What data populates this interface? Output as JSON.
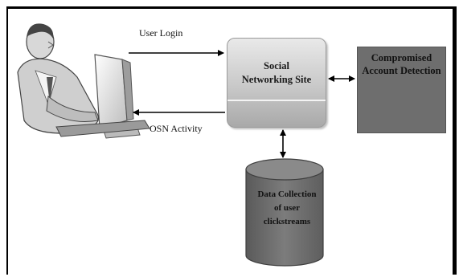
{
  "diagram": {
    "labels": {
      "user_login": "User Login",
      "osn_activity": "OSN Activity"
    },
    "nodes": {
      "osn": {
        "line1": "Social",
        "line2": "Networking Site"
      },
      "cad": {
        "line1": "Compromised",
        "line2": "Account Detection"
      },
      "db": {
        "line1": "Data Collection",
        "line2": "of user",
        "line3": "clickstreams"
      }
    },
    "colors": {
      "osn_top": "#e9e9e9",
      "osn_bottom": "#a9a9a9",
      "cad_fill": "#6e6e6e",
      "db_fill": "#707070",
      "arrow": "#000000"
    }
  }
}
